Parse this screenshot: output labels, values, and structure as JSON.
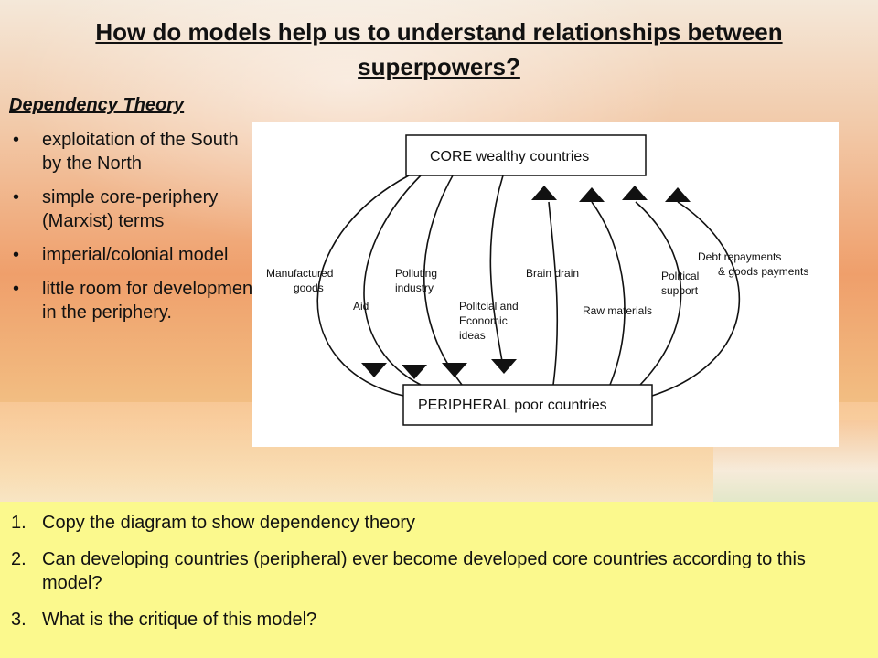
{
  "slide": {
    "title": "How do models help us to understand relationships between superpowers?",
    "subtitle": "Dependency Theory",
    "bullet_glyph": "•",
    "bullets": [
      "exploitation of the South by the North",
      "simple core-periphery (Marxist) terms",
      "imperial/colonial model",
      "little room for development in the periphery."
    ]
  },
  "diagram": {
    "core_label": "CORE wealthy countries",
    "periphery_label": "PERIPHERAL poor countries",
    "flows_down": [
      {
        "label": [
          "Manufactured",
          "goods"
        ]
      },
      {
        "label": [
          "Aid"
        ]
      },
      {
        "label": [
          "Polluting",
          "industry"
        ]
      },
      {
        "label": [
          "Politcial and",
          "Economic",
          "ideas"
        ]
      }
    ],
    "flows_up": [
      {
        "label": [
          "Brain drain"
        ]
      },
      {
        "label": [
          "Raw  materials"
        ]
      },
      {
        "label": [
          "Political",
          "support"
        ]
      },
      {
        "label": [
          "Debt repayments",
          "& goods payments"
        ]
      }
    ]
  },
  "tasks": {
    "items": [
      {
        "num": "1.",
        "text": "Copy the diagram to show dependency theory"
      },
      {
        "num": "2.",
        "text": "Can developing countries (peripheral) ever become developed core countries according to this model?"
      },
      {
        "num": "3.",
        "text": "What is the critique of this model?"
      }
    ]
  },
  "colors": {
    "task_background": "#fbf98d",
    "diagram_background": "#ffffff",
    "arrowhead": "#111111"
  }
}
